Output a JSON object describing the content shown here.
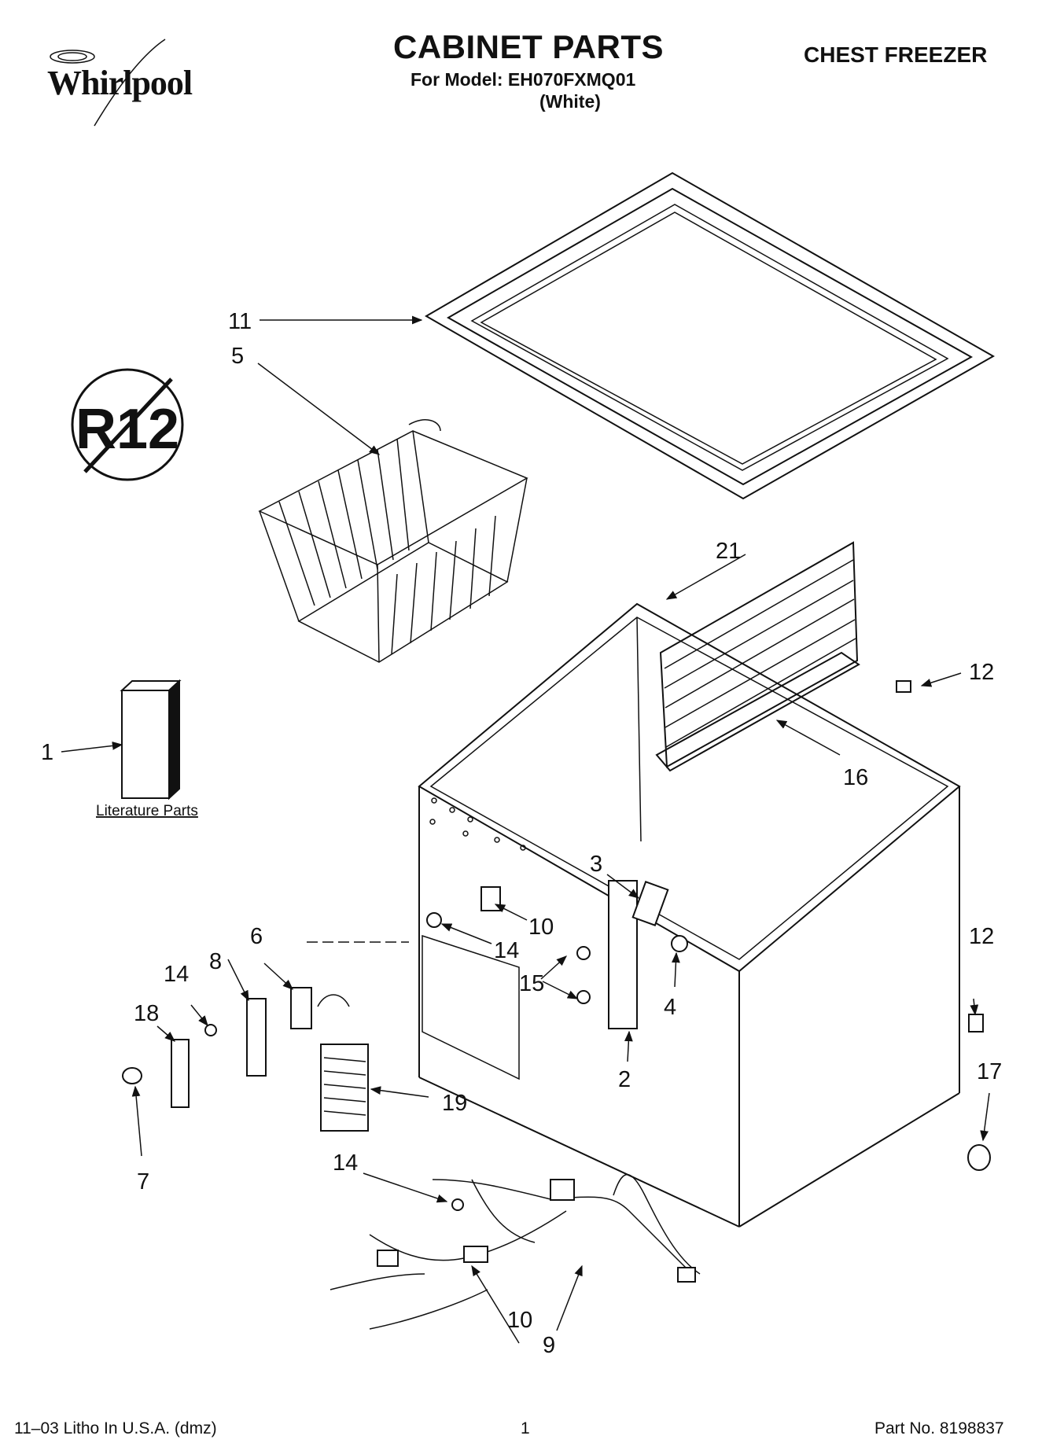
{
  "header": {
    "brand": "Whirlpool",
    "title": "CABINET PARTS",
    "model_line": "For Model: EH070FXMQ01",
    "color_line": "(White)",
    "category": "CHEST FREEZER"
  },
  "badge": {
    "text": "R12"
  },
  "literature_label": "Literature Parts",
  "callouts": {
    "c1": "1",
    "c2": "2",
    "c3": "3",
    "c4": "4",
    "c5": "5",
    "c6": "6",
    "c7": "7",
    "c8": "8",
    "c9": "9",
    "c10a": "10",
    "c10b": "10",
    "c11": "11",
    "c12a": "12",
    "c12b": "12",
    "c14a": "14",
    "c14b": "14",
    "c14c": "14",
    "c15": "15",
    "c16": "16",
    "c17": "17",
    "c18": "18",
    "c19": "19",
    "c21": "21"
  },
  "footer": {
    "left": "11–03 Litho In U.S.A. (dmz)",
    "page": "1",
    "part": "Part No. 8198837"
  }
}
